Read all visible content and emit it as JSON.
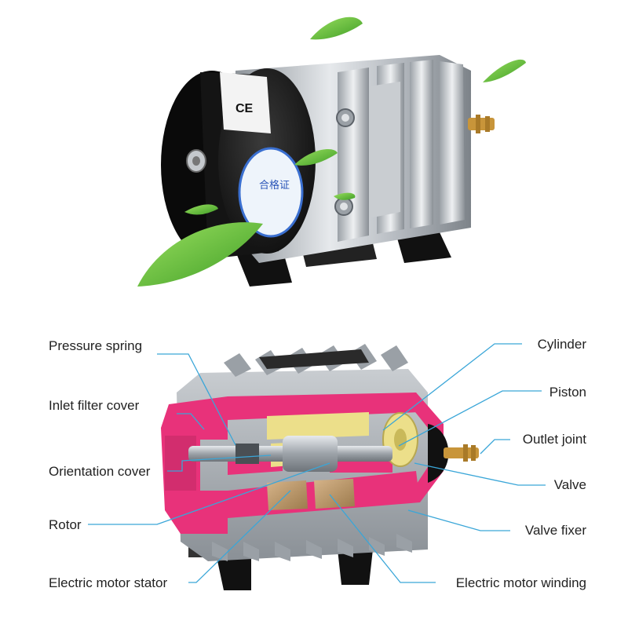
{
  "labels": {
    "pressure_spring": "Pressure spring",
    "inlet_filter_cover": "Inlet filter cover",
    "orientation_cover": "Orientation cover",
    "rotor": "Rotor",
    "electric_motor_stator": "Electric motor stator",
    "cylinder": "Cylinder",
    "piston": "Piston",
    "outlet_joint": "Outlet joint",
    "valve": "Valve",
    "valve_fixer": "Valve fixer",
    "electric_motor_winding": "Electric motor winding"
  },
  "product_markings": {
    "ce_mark": "CE",
    "qc_sticker": "合格证"
  },
  "colors": {
    "leader_line": "#3aa6d8",
    "section_pink": "#e8327a",
    "aluminum": "#b9bec4",
    "motor_black": "#1a1a1a",
    "leaf_green": "#5cc23a",
    "brass": "#c8953a",
    "foam_yellow": "#ecdf8a"
  }
}
